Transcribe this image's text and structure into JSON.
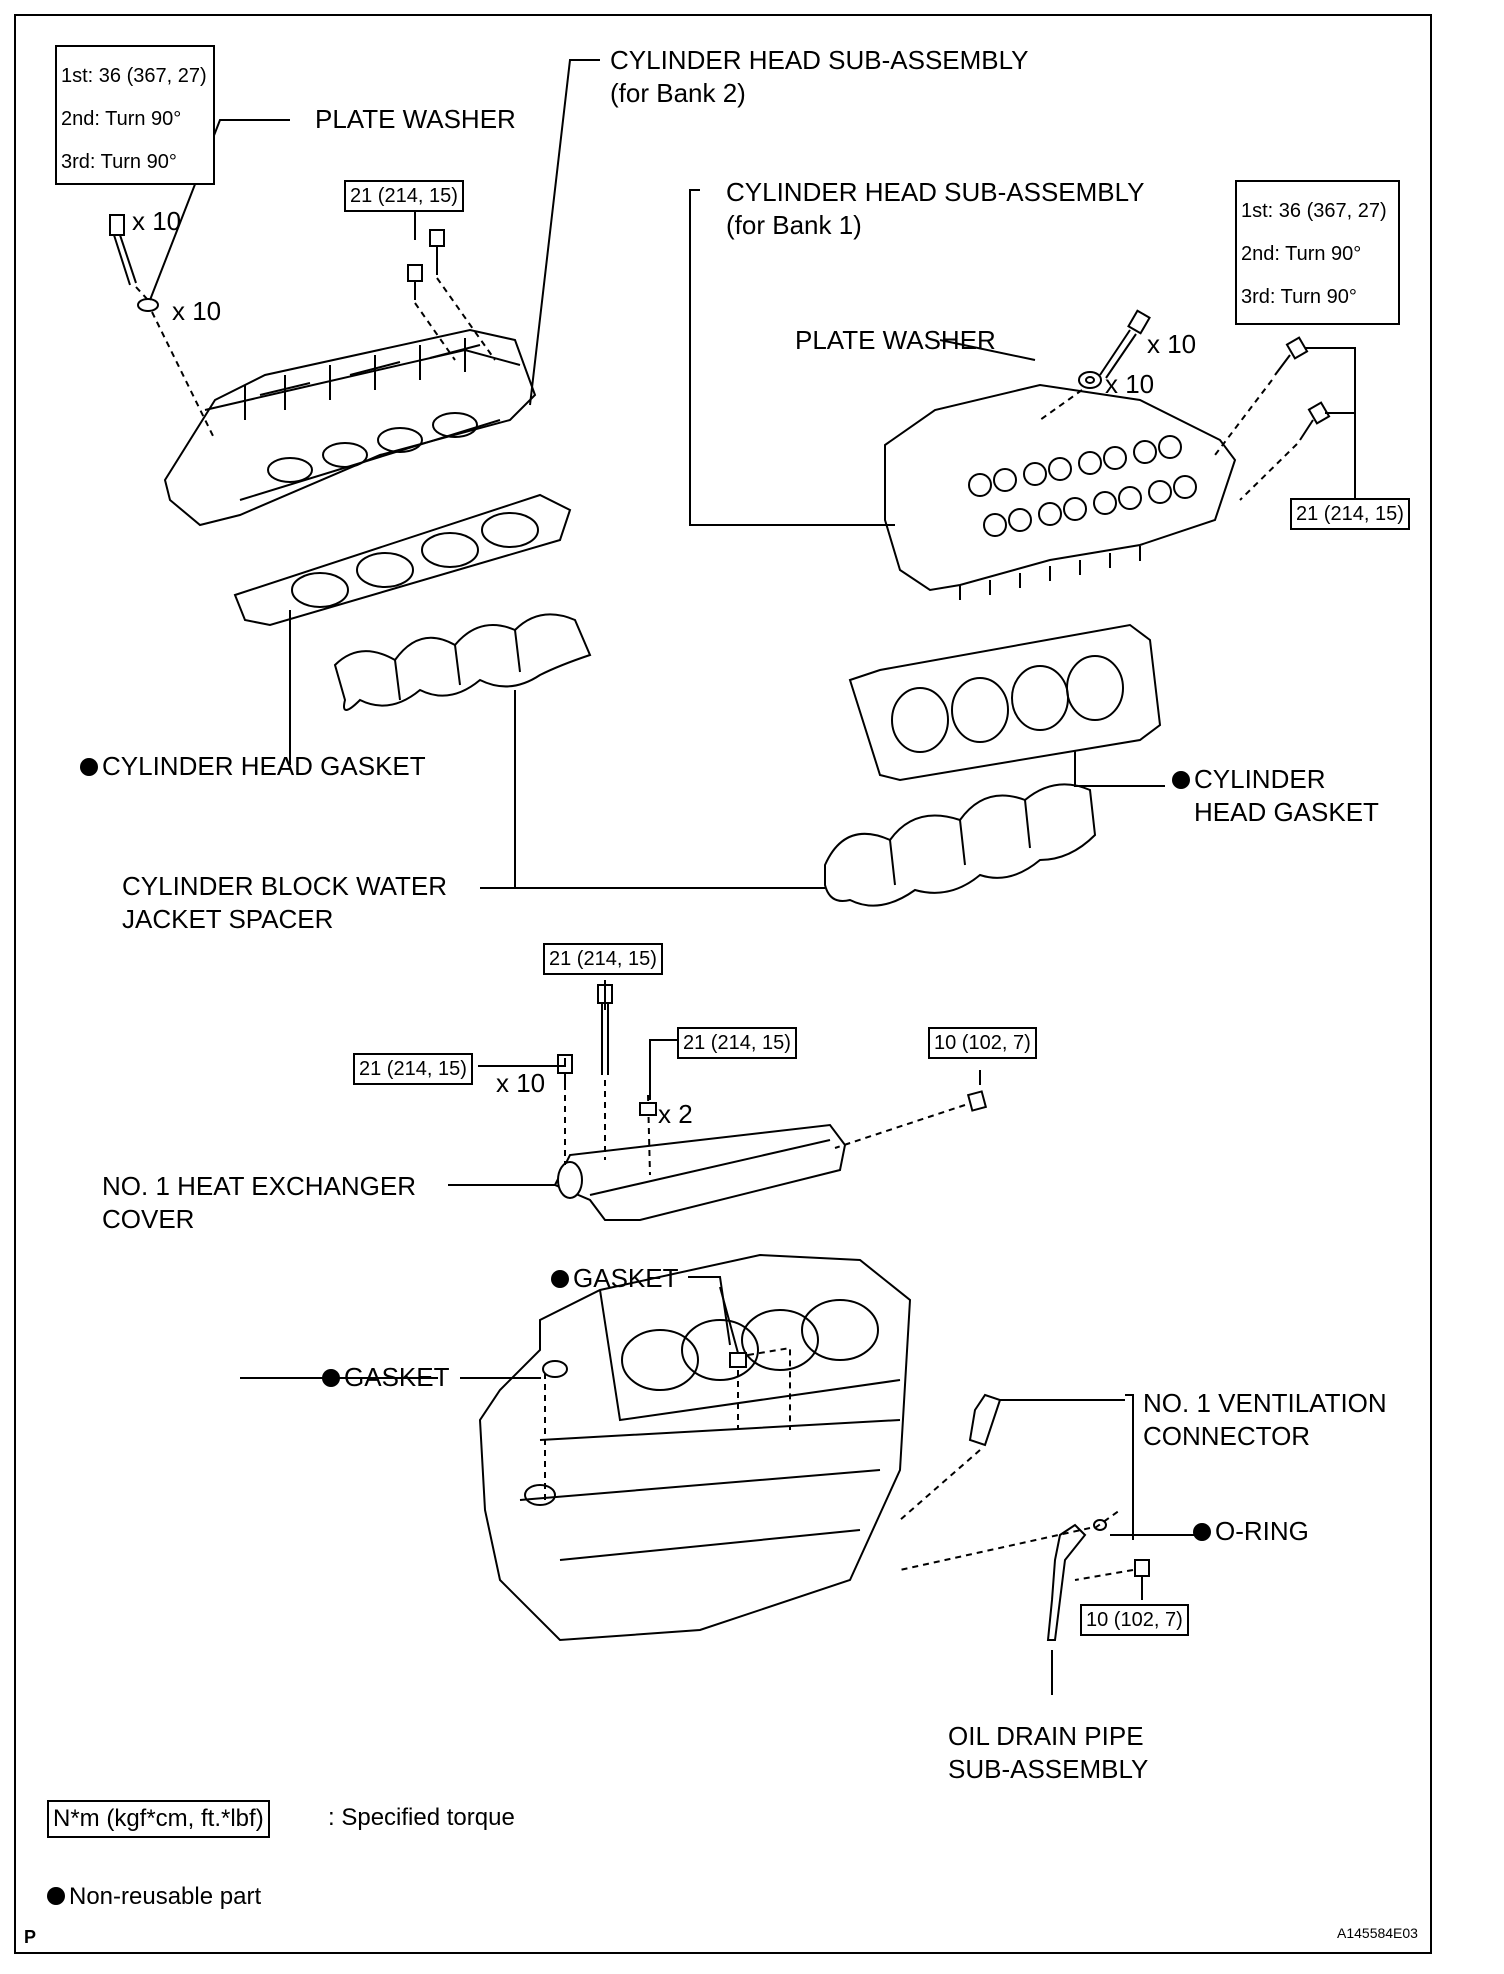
{
  "torque_sequence_bank2": [
    "1st: 36 (367, 27)",
    "2nd: Turn 90°",
    "3rd: Turn 90°"
  ],
  "torque_sequence_bank1": [
    "1st: 36 (367, 27)",
    "2nd: Turn 90°",
    "3rd: Turn 90°"
  ],
  "labels": {
    "plate_washer_left": "PLATE WASHER",
    "plate_washer_right": "PLATE WASHER",
    "head_bank2": [
      "CYLINDER HEAD SUB-ASSEMBLY",
      "(for Bank 2)"
    ],
    "head_bank1": [
      "CYLINDER HEAD SUB-ASSEMBLY",
      "(for Bank 1)"
    ],
    "gasket_left": "CYLINDER HEAD GASKET",
    "gasket_right": [
      "CYLINDER",
      "HEAD GASKET"
    ],
    "spacer": [
      "CYLINDER BLOCK WATER",
      "JACKET SPACER"
    ],
    "heat_exchanger": [
      "NO. 1 HEAT EXCHANGER",
      "COVER"
    ],
    "gasket_top": "GASKET",
    "gasket_mid": "GASKET",
    "ventilation": [
      "NO. 1 VENTILATION",
      "CONNECTOR"
    ],
    "oring": "O-RING",
    "oil_drain": [
      "OIL DRAIN PIPE",
      "SUB-ASSEMBLY"
    ]
  },
  "quantities": {
    "bolt_left": "x 10",
    "washer_left": "x 10",
    "bolt_right": "x 10",
    "washer_right": "x 10",
    "cover_bolts": "x 10",
    "cover_nuts": "x 2"
  },
  "torque_values": {
    "head_left_bolts": "21 (214, 15)",
    "head_right_bolts": "21 (214, 15)",
    "cover_top": "21 (214, 15)",
    "cover_left": "21 (214, 15)",
    "cover_nut": "21 (214, 15)",
    "cover_right": "10 (102, 7)",
    "oil_drain": "10 (102, 7)"
  },
  "legend": {
    "torque_box": "N*m (kgf*cm, ft.*lbf)",
    "torque_text": ": Specified torque",
    "nonreusable": "Non-reusable part"
  },
  "footer": {
    "corner_left": "P",
    "figure_code": "A145584E03"
  }
}
